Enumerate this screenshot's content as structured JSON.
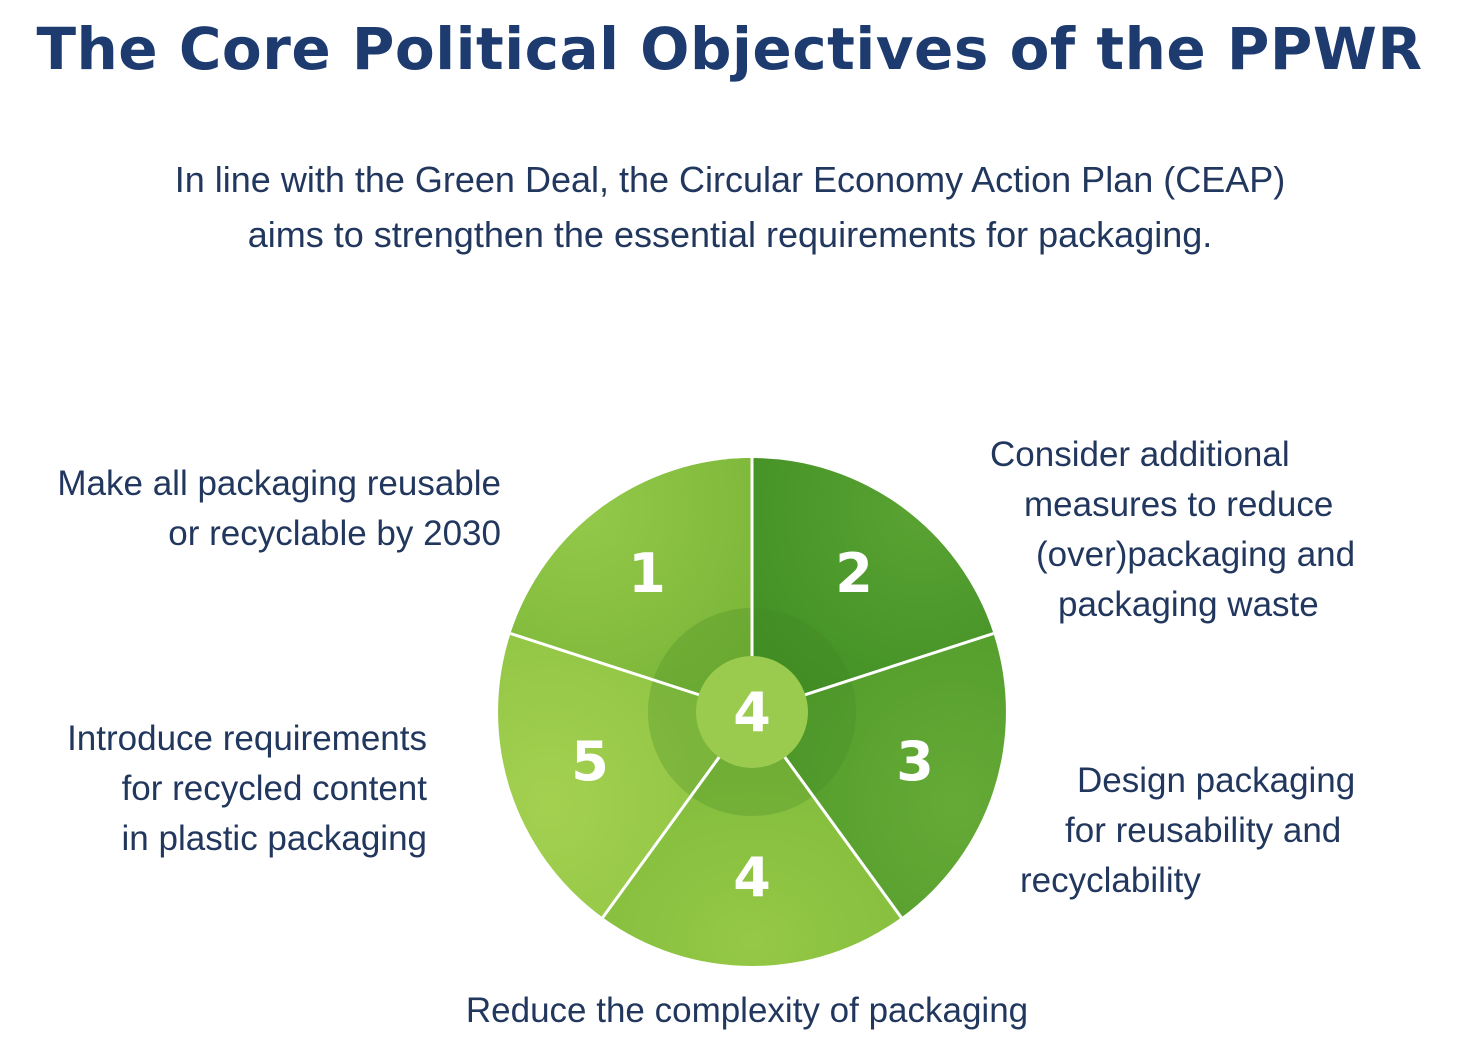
{
  "title": "The Core Political Objectives of the PPWR",
  "subtitle": {
    "line1": "In line with the Green Deal, the Circular Economy Action Plan (CEAP)",
    "line2": "aims to strengthen the essential requirements for packaging."
  },
  "objectives": [
    {
      "number": "1",
      "lines": [
        "Make all packaging reusable",
        "or recyclable by 2030"
      ]
    },
    {
      "number": "2",
      "lines": [
        "Consider additional",
        "measures to reduce",
        "(over)packaging and",
        "packaging waste"
      ]
    },
    {
      "number": "3",
      "lines": [
        "Design packaging",
        "for reusability and",
        "recyclability"
      ]
    },
    {
      "number": "4",
      "lines": [
        "Reduce the complexity of packaging"
      ]
    },
    {
      "number": "5",
      "lines": [
        "Introduce requirements",
        "for recycled content",
        "in plastic packaging"
      ]
    }
  ],
  "center_number": "4",
  "colors": {
    "title": "#1d3b6f",
    "text": "#22375e",
    "segment_1": "#86bf3d",
    "segment_2": "#4f9a2a",
    "segment_3": "#5fa532",
    "segment_4": "#8cc441",
    "segment_5": "#9ccc48",
    "inner_ring": "#6aab35",
    "center_circle": "#9bcb4e"
  }
}
